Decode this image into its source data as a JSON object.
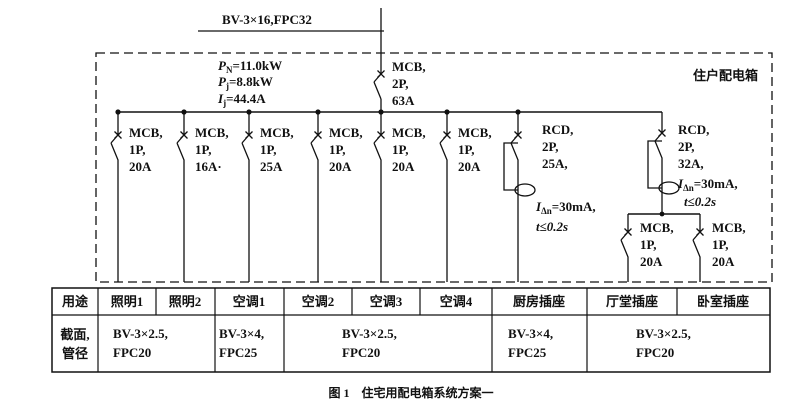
{
  "feeder": {
    "cable": "BV-3×16,FPC32"
  },
  "box": {
    "title": "住户配电箱"
  },
  "main_breaker": {
    "l1": "MCB,",
    "l2": "2P,",
    "l3": "63A"
  },
  "params": {
    "pn_sym": "P",
    "pn_sub": "N",
    "pn_val": "=11.0kW",
    "pj_sym": "P",
    "pj_sub": "j",
    "pj_val": "=8.8kW",
    "ij_sym": "I",
    "ij_sub": "j",
    "ij_val": "=44.4A"
  },
  "branches": [
    {
      "l1": "MCB,",
      "l2": "1P,",
      "l3": "20A"
    },
    {
      "l1": "MCB,",
      "l2": "1P,",
      "l3": "16A·"
    },
    {
      "l1": "MCB,",
      "l2": "1P,",
      "l3": "25A"
    },
    {
      "l1": "MCB,",
      "l2": "1P,",
      "l3": "20A"
    },
    {
      "l1": "MCB,",
      "l2": "1P,",
      "l3": "20A"
    },
    {
      "l1": "MCB,",
      "l2": "1P,",
      "l3": "20A"
    }
  ],
  "rcd1": {
    "l1": "RCD,",
    "l2": "2P,",
    "l3": "25A,",
    "idn_sym": "I",
    "idn_sub": "Δn",
    "idn_val": "=30mA,",
    "t": "t≤0.2s"
  },
  "rcd2": {
    "l1": "RCD,",
    "l2": "2P,",
    "l3": "32A,",
    "idn_sym": "I",
    "idn_sub": "Δn",
    "idn_val": "=30mA,",
    "t": "t≤0.2s"
  },
  "sub_breakers": [
    {
      "l1": "MCB,",
      "l2": "1P,",
      "l3": "20A"
    },
    {
      "l1": "MCB,",
      "l2": "1P,",
      "l3": "20A"
    }
  ],
  "table": {
    "usage_header": "用途",
    "usages": [
      "照明1",
      "照明2",
      "空调1",
      "空调2",
      "空调3",
      "空调4",
      "厨房插座",
      "厅堂插座",
      "卧室插座"
    ],
    "cable_header_1": "截面,",
    "cable_header_2": "管径",
    "cables": [
      {
        "l1": "BV-3×2.5,",
        "l2": "FPC20"
      },
      {
        "l1": "BV-3×4,",
        "l2": "FPC25"
      },
      {
        "l1": "BV-3×2.5,",
        "l2": "FPC20"
      },
      {
        "l1": "BV-3×4,",
        "l2": "FPC25"
      },
      {
        "l1": "BV-3×2.5,",
        "l2": "FPC20"
      }
    ]
  },
  "caption": "图 1　住宅用配电箱系统方案一"
}
